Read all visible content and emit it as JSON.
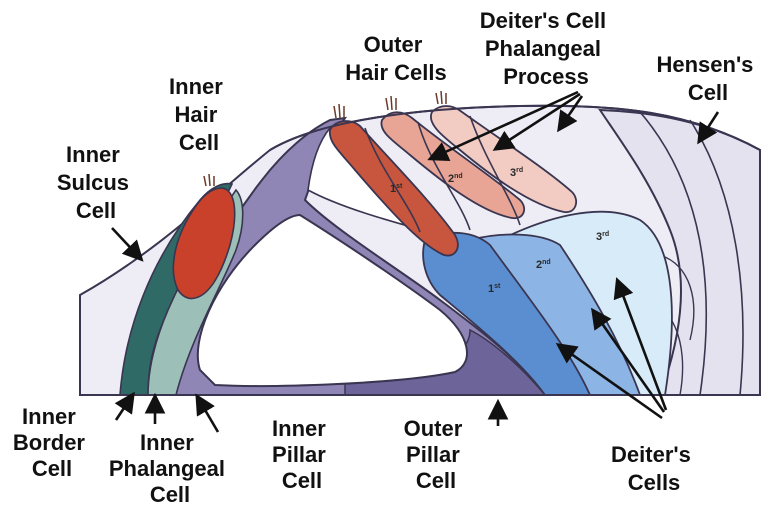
{
  "colors": {
    "outline": "#3a3550",
    "hensen": "#ecebf4",
    "sulcus": "#eeedf6",
    "pillar": "#8f86b6",
    "pillar_dark": "#6d6499",
    "inner_border": "#2f6a66",
    "inner_phalangeal": "#9cbfb8",
    "inner_hair": "#c9412a",
    "ohc1": "#c8563e",
    "ohc2": "#e8a595",
    "ohc3": "#f2cbc3",
    "deiters1": "#5a8ed0",
    "deiters2": "#8cb4e4",
    "deiters3": "#d8ebf8",
    "arrow": "#111111"
  },
  "labels": {
    "outer_hair_cells": [
      "Outer",
      "Hair Cells"
    ],
    "deiters_phalangeal": [
      "Deiter's Cell",
      "Phalangeal",
      "Process"
    ],
    "hensens": [
      "Hensen's",
      "Cell"
    ],
    "inner_hair_cell": [
      "Inner",
      "Hair",
      "Cell"
    ],
    "inner_sulcus_cell": [
      "Inner",
      "Sulcus",
      "Cell"
    ],
    "inner_border_cell": [
      "Inner",
      "Border",
      "Cell"
    ],
    "inner_phalangeal_cell": [
      "Inner",
      "Phalangeal",
      "Cell"
    ],
    "inner_pillar_cell": [
      "Inner",
      "Pillar",
      "Cell"
    ],
    "outer_pillar_cell": [
      "Outer",
      "Pillar",
      "Cell"
    ],
    "deiters_cells": [
      "Deiter's",
      "Cells"
    ]
  },
  "ordinals": {
    "ohc": [
      {
        "n": "1",
        "s": "st"
      },
      {
        "n": "2",
        "s": "nd"
      },
      {
        "n": "3",
        "s": "rd"
      }
    ],
    "deiters": [
      {
        "n": "1",
        "s": "st"
      },
      {
        "n": "2",
        "s": "nd"
      },
      {
        "n": "3",
        "s": "rd"
      }
    ]
  }
}
